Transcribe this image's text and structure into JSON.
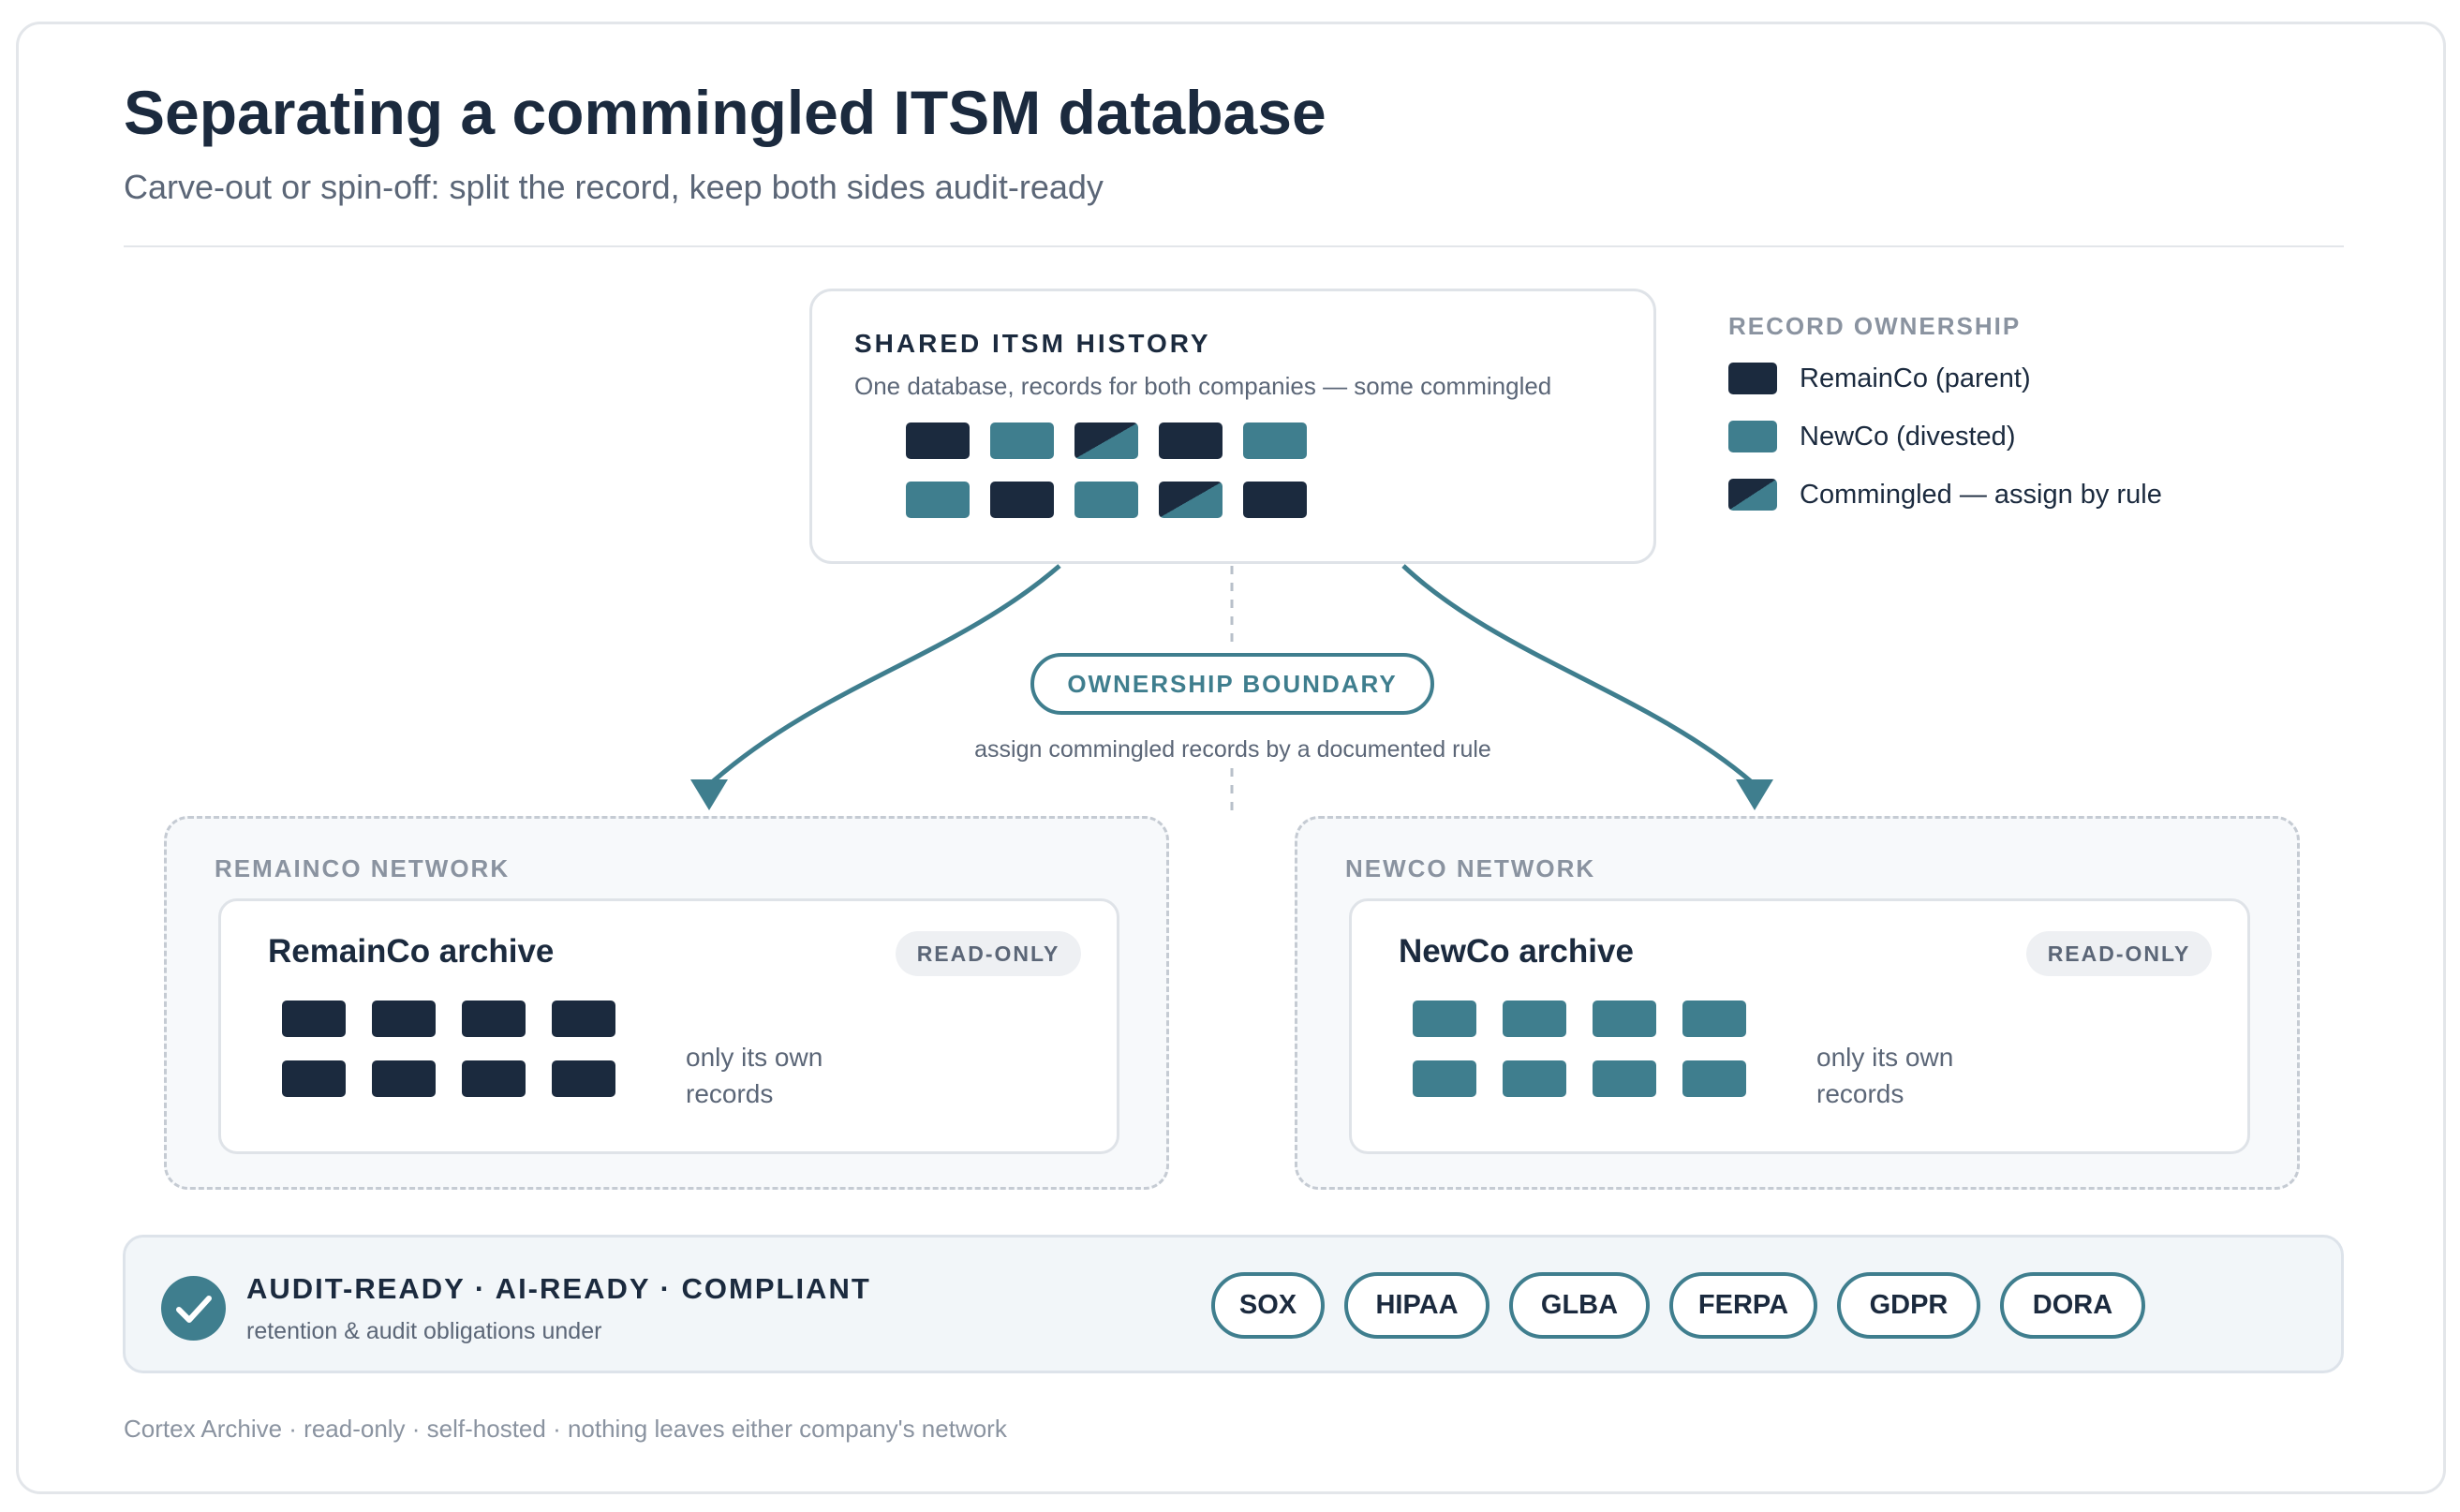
{
  "title": "Separating a commingled ITSM database",
  "subtitle": "Carve-out or spin-off: split the record, keep both sides audit-ready",
  "colors": {
    "remainco": "#1b2a3e",
    "newco": "#3f7e8e",
    "accent": "#3f7e8e"
  },
  "shared": {
    "title": "SHARED ITSM HISTORY",
    "description": "One database, records for both companies — some commingled",
    "records": [
      "remain",
      "newco",
      "mixed",
      "remain",
      "newco",
      "newco",
      "remain",
      "newco",
      "mixed",
      "remain"
    ]
  },
  "legend": {
    "title": "RECORD OWNERSHIP",
    "items": [
      {
        "type": "remain",
        "label": "RemainCo (parent)"
      },
      {
        "type": "newco",
        "label": "NewCo (divested)"
      },
      {
        "type": "mixed",
        "label": "Commingled — assign by rule"
      }
    ]
  },
  "boundary": {
    "label": "OWNERSHIP BOUNDARY",
    "note": "assign commingled records by a documented rule"
  },
  "networks": {
    "left": {
      "label": "REMAINCO NETWORK",
      "archive_title": "RemainCo archive",
      "badge": "READ-ONLY",
      "note_line1": "only its own",
      "note_line2": "records",
      "record_type": "remain",
      "record_count": 8
    },
    "right": {
      "label": "NEWCO NETWORK",
      "archive_title": "NewCo archive",
      "badge": "READ-ONLY",
      "note_line1": "only its own",
      "note_line2": "records",
      "record_type": "newco",
      "record_count": 8
    }
  },
  "compliance": {
    "icon": "check-icon",
    "title": "AUDIT-READY · AI-READY · COMPLIANT",
    "subtitle": "retention & audit obligations under",
    "badges": [
      "SOX",
      "HIPAA",
      "GLBA",
      "FERPA",
      "GDPR",
      "DORA"
    ]
  },
  "footnote": "Cortex Archive · read-only · self-hosted · nothing leaves either company's network"
}
